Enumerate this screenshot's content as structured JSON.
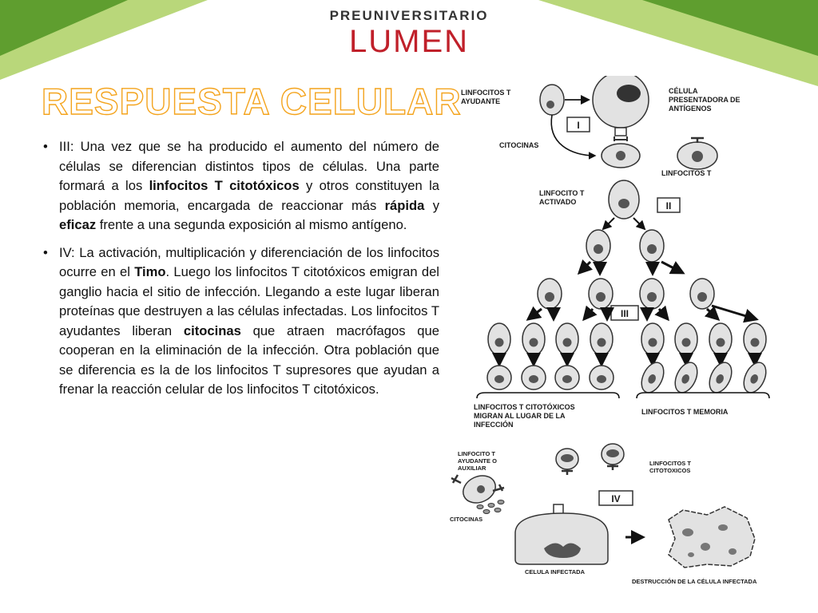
{
  "brand": {
    "pre": "PREUNIVERSITARIO",
    "main": "LUMEN"
  },
  "title": "RESPUESTA CELULAR",
  "bullets": [
    {
      "parts": [
        {
          "text": "III: Una vez que se ha producido el aumento del número de células se diferencian distintos tipos de células. Una parte formará a los "
        },
        {
          "text": "linfocitos T citotóxicos",
          "bold": true
        },
        {
          "text": " y otros constituyen la población memoria, encargada de reaccionar más "
        },
        {
          "text": "rápida",
          "bold": true
        },
        {
          "text": " y "
        },
        {
          "text": "eficaz",
          "bold": true
        },
        {
          "text": " frente a una segunda exposición al mismo antígeno."
        }
      ]
    },
    {
      "parts": [
        {
          "text": "IV: La activación, multiplicación y diferenciación de los linfocitos ocurre en el "
        },
        {
          "text": "Timo",
          "bold": true
        },
        {
          "text": ". Luego los linfocitos T citotóxicos emigran del ganglio hacia el sitio de infección. Llegando a este lugar liberan proteínas que destruyen a las células infectadas. Los linfocitos T ayudantes liberan "
        },
        {
          "text": "citocinas",
          "bold": true
        },
        {
          "text": " que atraen macrófagos que cooperan en la eliminación de la infección. Otra población que se diferencia es la de los linfocitos T supresores que ayudan a frenar la reacción celular de los linfocitos T citotóxicos."
        }
      ]
    }
  ],
  "diagram": {
    "labels": {
      "helper_l1": "LINFOCITOS T",
      "helper_l2": "AYUDANTE",
      "apc_l1": "CÉLULA",
      "apc_l2": "PRESENTADORA DE",
      "apc_l3": "ANTÍGENOS",
      "citocinas": "CITOCINAS",
      "linfocitos_t": "LINFOCITOS T",
      "activado_l1": "LINFOCITO T",
      "activado_l2": "ACTIVADO",
      "migran_l1": "LINFOCITOS   T   CITOTÓXICOS",
      "migran_l2": "MIGRAN   AL   LUGAR   DE   LA",
      "migran_l3": "INFECCIÓN",
      "memoria": "LINFOCITOS T  MEMORIA",
      "aux_l1": "LINFOCITO T",
      "aux_l2": "AYUDANTE O",
      "aux_l3": "AUXILIAR",
      "citotoxicos_l1": "LINFOCITOS T",
      "citotoxicos_l2": "CITOTOXICOS",
      "citocinas_2": "CITOCINAS",
      "celula_infectada": "CELULA INFECTADA",
      "destruccion": "DESTRUCCIÓN  DE  LA CÉLULA INFECTADA"
    },
    "stages": {
      "s1": "I",
      "s2": "II",
      "s3": "III",
      "s4": "IV"
    }
  },
  "colors": {
    "accent": "#f4a41e",
    "brand": "#c0202a",
    "leaf_light": "#b9d77a",
    "leaf_dark": "#5f9e2f",
    "cell_fill": "#e2e2e2",
    "nucleus": "#555555"
  }
}
